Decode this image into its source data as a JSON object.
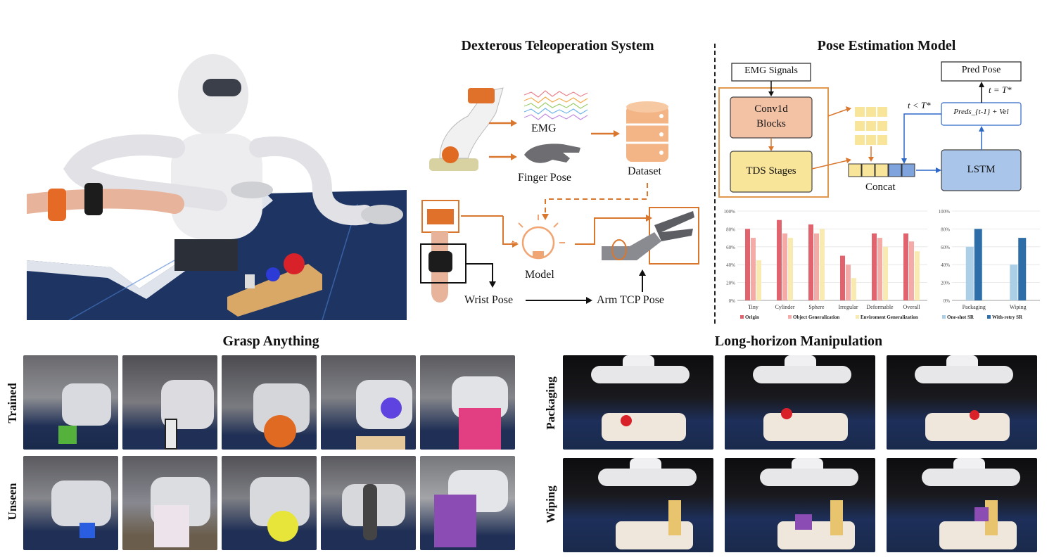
{
  "teleop": {
    "title": "Dexterous Teleoperation System",
    "emg_label": "EMG",
    "finger_pose_label": "Finger Pose",
    "dataset_label": "Dataset",
    "model_label": "Model",
    "wrist_pose_label": "Wrist Pose",
    "arm_tcp_label": "Arm TCP Pose"
  },
  "pose_model": {
    "title": "Pose Estimation Model",
    "emg_signals": "EMG Signals",
    "conv_line1": "Conv1d",
    "conv_line2": "Blocks",
    "tds": "TDS Stages",
    "concat": "Concat",
    "lstm": "LSTM",
    "pred_pose": "Pred Pose",
    "preds_vel": "Preds_{t-1} + Vel",
    "cond_loop": "t < T*",
    "cond_stop": "t = T*"
  },
  "chart_data": [
    {
      "type": "bar",
      "categories": [
        "Tiny",
        "Cylinder",
        "Sphere",
        "Irregular",
        "Deformable",
        "Overall"
      ],
      "series": [
        {
          "name": "Origin",
          "values": [
            80,
            90,
            85,
            50,
            75,
            75
          ]
        },
        {
          "name": "Object Generalization",
          "values": [
            70,
            75,
            75,
            40,
            70,
            66
          ]
        },
        {
          "name": "Enviroment Generalization",
          "values": [
            45,
            70,
            80,
            25,
            60,
            55
          ]
        }
      ],
      "ylim": [
        0,
        100
      ],
      "yticks": [
        "0%",
        "20%",
        "40%",
        "60%",
        "80%",
        "100%"
      ],
      "colors": [
        "#e0636d",
        "#f4aaa6",
        "#f8eab0"
      ],
      "legend": "bottom"
    },
    {
      "type": "bar",
      "categories": [
        "Packaging",
        "Wiping"
      ],
      "series": [
        {
          "name": "One-shot SR",
          "values": [
            60,
            40
          ]
        },
        {
          "name": "With-retry SR",
          "values": [
            80,
            70
          ]
        }
      ],
      "ylim": [
        0,
        100
      ],
      "yticks": [
        "0%",
        "20%",
        "40%",
        "60%",
        "80%",
        "100%"
      ],
      "colors": [
        "#aacfe6",
        "#2d6ea8"
      ],
      "legend": "bottom"
    }
  ],
  "grasp": {
    "title": "Grasp Anything",
    "row_trained": "Trained",
    "row_unseen": "Unseen"
  },
  "longhorizon": {
    "title": "Long-horizon Manipulation",
    "row_packaging": "Packaging",
    "row_wiping": "Wiping"
  },
  "colors": {
    "orange": "#d9772e",
    "salmon": "#f3c1a4",
    "yellow": "#f9e59a",
    "blue": "#a9c5ea",
    "dark_floor": "#1e2e52"
  }
}
